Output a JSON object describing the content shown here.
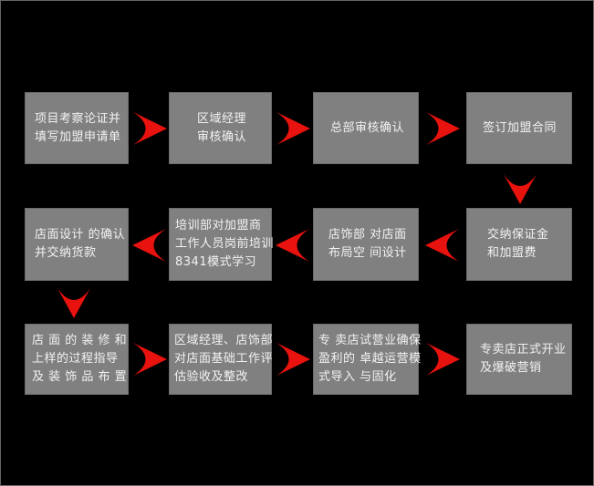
{
  "colors": {
    "background": "#000000",
    "page_border": "#666666",
    "box_fill": "#808080",
    "box_border": "#6b6b6b",
    "text": "#f2f2f2",
    "arrow": "#e8120e"
  },
  "flowchart": {
    "boxes": [
      {
        "step": 1,
        "lines": [
          "项目考察论证并",
          "填写加盟申请单"
        ]
      },
      {
        "step": 2,
        "lines": [
          "区域经理",
          "审核确认"
        ]
      },
      {
        "step": 3,
        "lines": [
          "总部审核确认"
        ]
      },
      {
        "step": 4,
        "lines": [
          "签订加盟合同"
        ]
      },
      {
        "step": 5,
        "lines": [
          "交纳保证金",
          "和加盟费"
        ]
      },
      {
        "step": 6,
        "lines": [
          "店饰部 对店面",
          "布局空 间设计"
        ]
      },
      {
        "step": 7,
        "lines": [
          "培训部对加盟商",
          "工作人员岗前培训",
          "8341模式学习"
        ]
      },
      {
        "step": 8,
        "lines": [
          "店面设计 的确认",
          "并交纳货款"
        ]
      },
      {
        "step": 9,
        "lines": [
          "店 面 的 装 修 和",
          "上样的过程指导",
          "及 装 饰 品 布 置"
        ]
      },
      {
        "step": 10,
        "lines": [
          "区域经理、店饰部",
          "对店面基础工作评",
          "估验收及整改"
        ]
      },
      {
        "step": 11,
        "lines": [
          "专 卖店试营业确保",
          "盈利的 卓越运营模",
          "式导入 与固化"
        ]
      },
      {
        "step": 12,
        "lines": [
          "专卖店正式开业",
          "及爆破营销"
        ]
      }
    ],
    "arrows": [
      {
        "from": 1,
        "to": 2,
        "direction": "right"
      },
      {
        "from": 2,
        "to": 3,
        "direction": "right"
      },
      {
        "from": 3,
        "to": 4,
        "direction": "right"
      },
      {
        "from": 4,
        "to": 5,
        "direction": "down"
      },
      {
        "from": 5,
        "to": 6,
        "direction": "left"
      },
      {
        "from": 6,
        "to": 7,
        "direction": "left"
      },
      {
        "from": 7,
        "to": 8,
        "direction": "left"
      },
      {
        "from": 8,
        "to": 9,
        "direction": "down"
      },
      {
        "from": 9,
        "to": 10,
        "direction": "right"
      },
      {
        "from": 10,
        "to": 11,
        "direction": "right"
      },
      {
        "from": 11,
        "to": 12,
        "direction": "right"
      }
    ]
  }
}
